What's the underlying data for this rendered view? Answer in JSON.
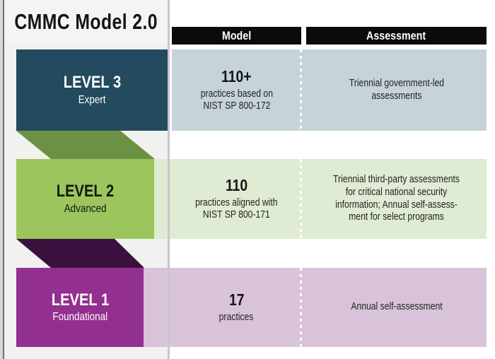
{
  "title": "CMMC Model 2.0",
  "header": {
    "model": "Model",
    "assessment": "Assessment"
  },
  "levels": [
    {
      "name": "LEVEL 3",
      "tier": "Expert",
      "model_count": "110+",
      "model_desc": "practices based on\nNIST SP 800-172",
      "assessment": "Triennial government-led\nassessments",
      "box_color": "#234a5e",
      "row_color": "#c6d3d8"
    },
    {
      "name": "LEVEL 2",
      "tier": "Advanced",
      "model_count": "110",
      "model_desc": "practices aligned with\nNIST SP 800-171",
      "assessment": "Triennial third-party assessments\nfor critical national security\ninformation; Annual self-assess-\nment for select programs",
      "box_color": "#9dc55e",
      "row_color": "#dfebd2"
    },
    {
      "name": "LEVEL 1",
      "tier": "Foundational",
      "model_count": "17",
      "model_desc": "practices",
      "assessment": "Annual self-assessment",
      "box_color": "#932f8e",
      "row_color": "#d9c3da"
    }
  ],
  "connectors": {
    "fold_green": "#6d9144",
    "fold_purple": "#39113f"
  },
  "palette": {
    "header_bg": "#0b0b0b",
    "header_text": "#ffffff",
    "panel_bg": "#f1f1f0",
    "page_bg": "#ffffff",
    "title_text": "#141414",
    "body_text": "#232323"
  }
}
